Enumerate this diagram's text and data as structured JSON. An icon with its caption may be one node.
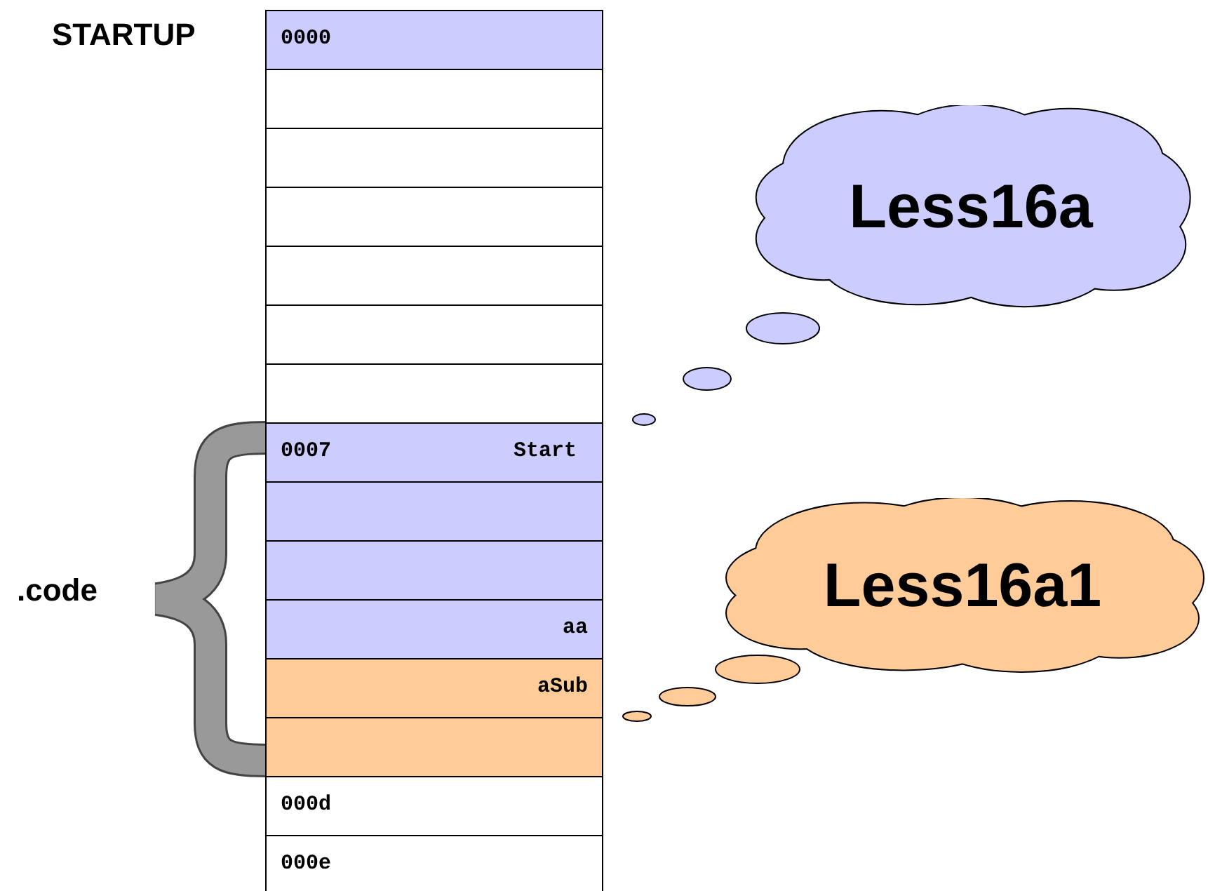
{
  "diagram": {
    "nodes": [
      {
        "text": [
          "0000"
        ]
      },
      {
        "text": [],
        "shape": "box"
      },
      {
        "text": [],
        "shape": "box"
      },
      {
        "text": [],
        "shape": "box"
      },
      {
        "text": [],
        "shape": "box"
      },
      {
        "text": [],
        "shape": "box"
      },
      {
        "text": [],
        "shape": "box"
      },
      {
        "text": [
          "0007",
          "Start"
        ]
      },
      {
        "text": [],
        "shape": "box"
      },
      {
        "text": [],
        "shape": "box"
      },
      {
        "text": [
          "aa"
        ]
      },
      {
        "text": [
          "aSub"
        ]
      },
      {
        "text": [],
        "shape": "box"
      },
      {
        "text": [
          "000d"
        ]
      },
      {
        "text": [
          "000e"
        ]
      },
      {
        "text": [
          "Less16a"
        ]
      },
      {
        "text": [
          "Less16a1"
        ]
      }
    ],
    "labels": [
      "STARTUP",
      ".code"
    ]
  }
}
